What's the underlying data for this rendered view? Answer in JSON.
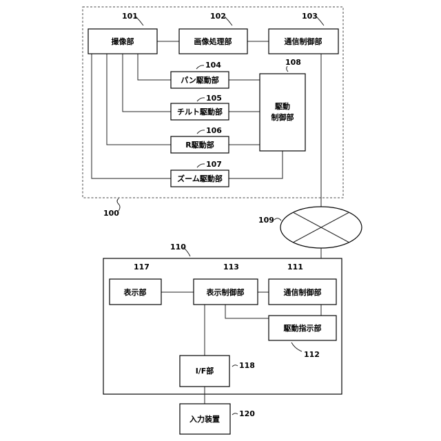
{
  "blocks": {
    "imaging": {
      "label": "撮像部",
      "ref": "101"
    },
    "image_processing": {
      "label": "画像処理部",
      "ref": "102"
    },
    "camera_comm": {
      "label": "通信制御部",
      "ref": "103"
    },
    "pan_drive": {
      "label": "パン駆動部",
      "ref": "104"
    },
    "tilt_drive": {
      "label": "チルト駆動部",
      "ref": "105"
    },
    "r_drive": {
      "label": "R駆動部",
      "ref": "106"
    },
    "zoom_drive": {
      "label": "ズーム駆動部",
      "ref": "107"
    },
    "drive_control": {
      "label_line1": "駆動",
      "label_line2": "制御部",
      "ref": "108"
    },
    "display": {
      "label": "表示部",
      "ref": "117"
    },
    "display_control": {
      "label": "表示制御部",
      "ref": "113"
    },
    "terminal_comm": {
      "label": "通信制御部",
      "ref": "111"
    },
    "drive_instruction": {
      "label": "駆動指示部",
      "ref": "112"
    },
    "interface": {
      "label": "I/F部",
      "ref": "118"
    },
    "input_device": {
      "label": "入力装置",
      "ref": "120"
    }
  },
  "groups": {
    "camera": {
      "ref": "100"
    },
    "terminal": {
      "ref": "110"
    }
  },
  "network": {
    "ref": "109"
  }
}
